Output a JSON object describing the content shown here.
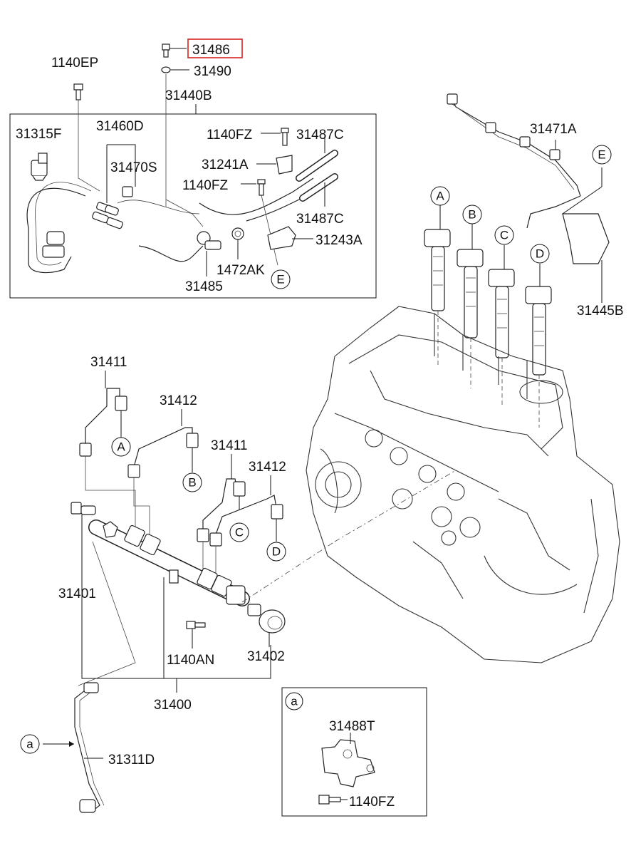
{
  "labels": {
    "p31486": "31486",
    "p31490": "31490",
    "p1140EP": "1140EP",
    "p31440B": "31440B",
    "p31315F": "31315F",
    "p31460D": "31460D",
    "p31470S": "31470S",
    "p1140FZ_a": "1140FZ",
    "p31487C_a": "31487C",
    "p31241A": "31241A",
    "p1140FZ_b": "1140FZ",
    "p31487C_b": "31487C",
    "p31243A": "31243A",
    "p1472AK": "1472AK",
    "p31485": "31485",
    "p31471A": "31471A",
    "p31445B": "31445B",
    "p31411_a": "31411",
    "p31412_a": "31412",
    "p31411_b": "31411",
    "p31412_b": "31412",
    "p31401": "31401",
    "p1140AN": "1140AN",
    "p31402": "31402",
    "p31400": "31400",
    "p31311D": "31311D",
    "p31488T": "31488T",
    "p1140FZ_c": "1140FZ"
  },
  "callouts": {
    "A_top": "A",
    "B_top": "B",
    "C_top": "C",
    "D_top": "D",
    "E_top": "E",
    "E_box": "E",
    "A_line": "A",
    "B_line": "B",
    "C_line": "C",
    "D_line": "D",
    "a_box": "a",
    "a_ref": "a"
  },
  "colors": {
    "highlight": "#d62424",
    "ink": "#111111"
  }
}
